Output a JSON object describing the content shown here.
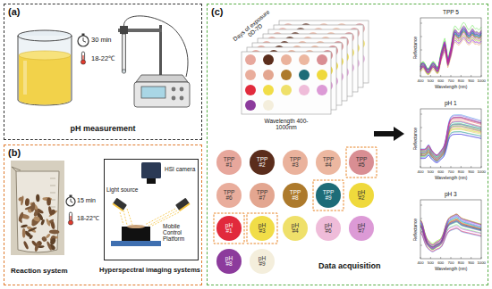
{
  "diagram": {
    "nodes": [
      {
        "text": [
          "(a)",
          "pH measurement"
        ]
      },
      {
        "text": [
          "(b)",
          "Reaction system"
        ]
      },
      {
        "text": [
          "HSI camera",
          "Light source",
          "Mobile Control Platform",
          "Hyperspectral imaging systems"
        ],
        "in": 1
      },
      {
        "text": [
          "(c)",
          "Data acquisition"
        ]
      },
      {
        "text": [
          "TPP #1"
        ],
        "in": 3
      },
      {
        "text": [
          "TPP #2"
        ],
        "in": 3
      },
      {
        "text": [
          "TPP #3"
        ],
        "in": 3
      },
      {
        "text": [
          "TPP #4"
        ],
        "in": 3
      },
      {
        "text": [
          "TPP #5"
        ],
        "in": 3
      },
      {
        "text": [
          "TPP #6"
        ],
        "in": 3
      },
      {
        "text": [
          "TPP #7"
        ],
        "in": 3
      },
      {
        "text": [
          "TPP #8"
        ],
        "in": 3
      },
      {
        "text": [
          "TPP #9"
        ],
        "in": 3
      },
      {
        "text": [
          "pH #2"
        ],
        "in": 3
      },
      {
        "text": [
          "pH #1"
        ],
        "in": 3
      },
      {
        "text": [
          "pH #3"
        ],
        "in": 3
      },
      {
        "text": [
          "pH #4"
        ],
        "in": 3
      },
      {
        "text": [
          "pH #6"
        ],
        "in": 3
      },
      {
        "text": [
          "pH #7"
        ],
        "in": 3
      },
      {
        "text": [
          "pH #8"
        ],
        "in": 3
      },
      {
        "text": [
          "pH #9"
        ],
        "in": 3
      }
    ],
    "labels": [
      "30 min",
      "18-22℃",
      "15 min",
      "18-22℃",
      "Days of exposure 0D-7D",
      "Wavelength 400-1000nm",
      "TPP 5",
      "Reflectance",
      "Wavelength (nm)",
      "400",
      "500",
      "600",
      "700",
      "800",
      "900",
      "1000",
      "pH 1",
      "Reflectance",
      "Wavelength (nm)",
      "400",
      "500",
      "600",
      "700",
      "800",
      "900",
      "1000",
      "pH 3",
      "Reflectance",
      "Wavelength (nm)",
      "400",
      "500",
      "600",
      "700",
      "800",
      "900",
      "1000"
    ]
  }
}
